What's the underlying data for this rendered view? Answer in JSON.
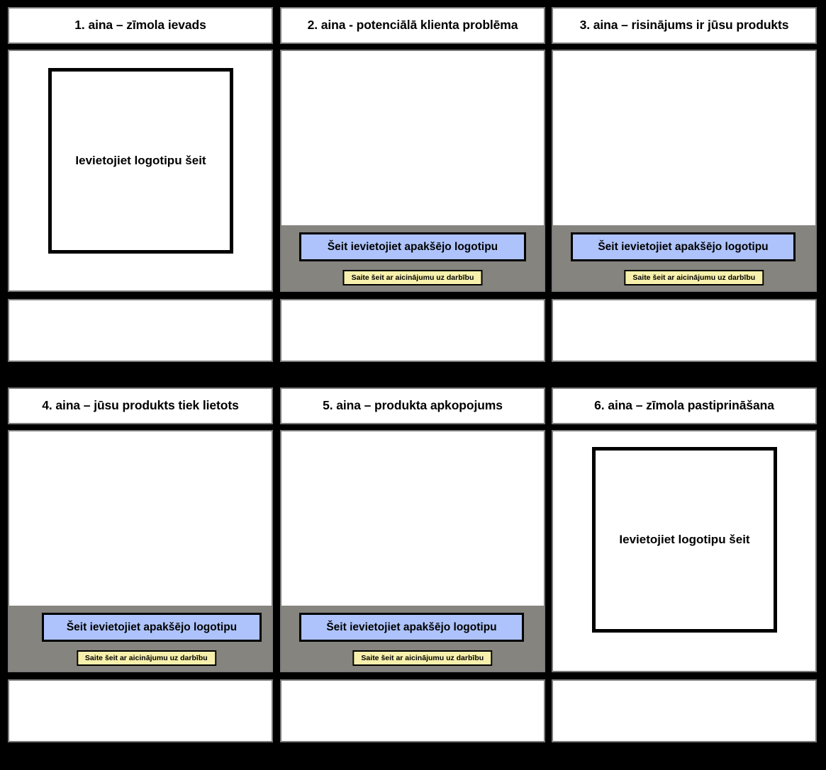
{
  "storyboard": {
    "title_panel_count": 6,
    "colors": {
      "background": "#000000",
      "cell_background": "#ffffff",
      "cell_border": "#7c7c7c",
      "footer_bar": "#86847f",
      "footer_logo_fill": "#aec3fb",
      "footer_cta_fill": "#f7f0ac",
      "outline": "#000000"
    },
    "panels": [
      {
        "id": "panel-1",
        "title": "1. aina – zīmola ievads",
        "logo_placeholder": "Ievietojiet logotipu šeit",
        "footer": null,
        "caption": ""
      },
      {
        "id": "panel-2",
        "title": "2. aina - potenciālā klienta problēma",
        "logo_placeholder": null,
        "footer": {
          "logo_label": "Šeit ievietojiet apakšējo logotipu",
          "cta_label": "Saite šeit ar aicinājumu uz darbību"
        },
        "caption": ""
      },
      {
        "id": "panel-3",
        "title": "3. aina – risinājums ir jūsu produkts",
        "logo_placeholder": null,
        "footer": {
          "logo_label": "Šeit ievietojiet apakšējo logotipu",
          "cta_label": "Saite šeit ar aicinājumu uz darbību"
        },
        "caption": ""
      },
      {
        "id": "panel-4",
        "title": "4. aina – jūsu produkts tiek lietots",
        "logo_placeholder": null,
        "footer": {
          "logo_label": "Šeit ievietojiet apakšējo logotipu",
          "cta_label": "Saite šeit ar aicinājumu uz darbību"
        },
        "caption": ""
      },
      {
        "id": "panel-5",
        "title": "5. aina – produkta apkopojums",
        "logo_placeholder": null,
        "footer": {
          "logo_label": "Šeit ievietojiet apakšējo logotipu",
          "cta_label": "Saite šeit ar aicinājumu uz darbību"
        },
        "caption": ""
      },
      {
        "id": "panel-6",
        "title": "6. aina – zīmola pastiprināšana",
        "logo_placeholder": "Ievietojiet logotipu šeit",
        "footer": null,
        "caption": ""
      }
    ]
  }
}
